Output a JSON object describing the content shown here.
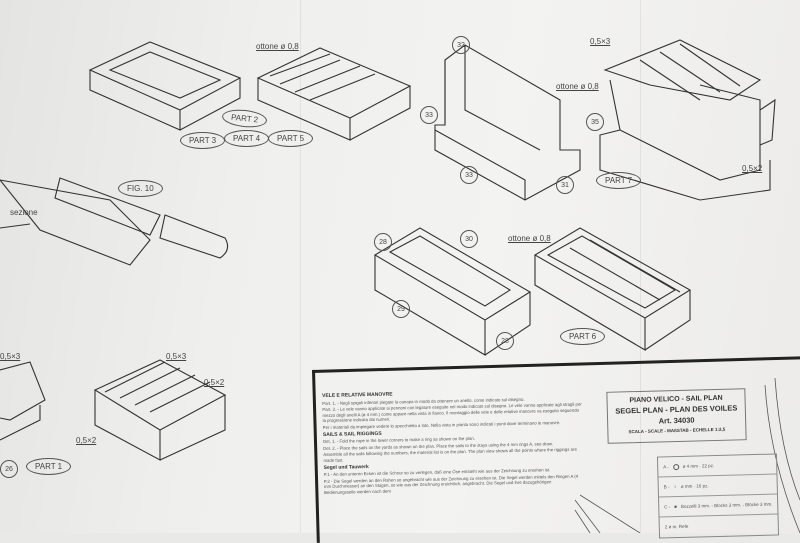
{
  "drawing_labels": {
    "part2": "PART 2",
    "part3": "PART 3",
    "part4": "PART 4",
    "part5": "PART 5",
    "part6": "PART 6",
    "part7": "PART 7",
    "part1": "PART 1",
    "fig10": "FIG. 10",
    "sezione": "sezione",
    "ottone_a": "ottone ø 0,8",
    "ottone_b": "ottone ø 0,8",
    "ottone_c": "ottone ø 0,8",
    "n32": "32",
    "n33a": "33",
    "n33b": "33",
    "n31": "31",
    "n35": "35",
    "n28a": "28",
    "n30": "30",
    "n29": "29",
    "n28b": "28",
    "n26": "26",
    "d_05x3_a": "0,5×3",
    "d_05x2_a": "0,5×2",
    "d_05x3_b": "0,5×3",
    "d_05x3_c": "0,5×3",
    "d_05x2_b": "0,5×2",
    "d_05x2_c": "0,5×2"
  },
  "instructions": {
    "it_title": "VELE E RELATIVE MANOVRE",
    "it_p1": "Part. 1. - Negli spigoli inferiori piegate la canapa in modo da ottenere un anello, come indicato sul disegno.",
    "it_p2": "Part. 2. - Le vele vanno applicate ai pennoni con legature eseguite nel modo indicato sul disegno. Le vele vanno applicate agli stragli per mezzo degli anelli A (ø 4 mm.) come appare nella vista in fianco. Il montaggio delle vele e delle relative manovre va eseguito seguendo la progressione indicata dai numeri.",
    "it_p3": "Per i materiali da impiegare vedere lo specchietto a lato. Nella vista in pianta sono indicati i punti dove terminano le manovre.",
    "en_title": "SAILS & SAIL RIGGINGS",
    "en_p1": "Det. 1. - Fold the rope in the lower corners to make a ring as shown on the plan.",
    "en_p2": "Det. 2. - Place the sails on the yards as shown on the plan. Place the sails to the stays using the 4 mm rings A, see draw.",
    "en_p3": "Assemble all the sails following the numbers, the material list is on the plan. The plan view shows all the points where the riggings are made fast.",
    "de_title": "Segel und Tauwerk",
    "de_p1": "P.1 - An den unteren Ecken ist die Schnur so zu verlegen, daß eine Öse entsteht wie aus der Zeichnung zu ersehen ist.",
    "de_p2": "P.2 - Die Segel werden an den Rahen so angebracht wie aus der Zeichnung zu ersehen ist. Die Segel werden mittels den Ringen A (4 mm Durchmesser) an den Stagen, so wie aus der Zeichnung ersichtlich, angebracht. Die Segel und ihre dazugehörigen Bedienungsseile werden nach dem"
  },
  "title_block": {
    "line1": "PIANO VELICO - SAIL PLAN",
    "line2": "SEGEL PLAN - PLAN DES VOILES",
    "art": "Art. 34030",
    "scale": "SCALA - SCALE - MAßSTAB - ECHELLE 1:2,5"
  },
  "legend": {
    "a_label": "A -",
    "a_text": "ø 4 mm · 22 pz.",
    "b_label": "B -",
    "b_text": "ø mm · 16 pz.",
    "c_label": "C -",
    "c_text": "Bozzelli 3 mm. - Blocks 3 mm. - Blöcke 3 mm.",
    "d_text": "2 ø m. Refe"
  }
}
